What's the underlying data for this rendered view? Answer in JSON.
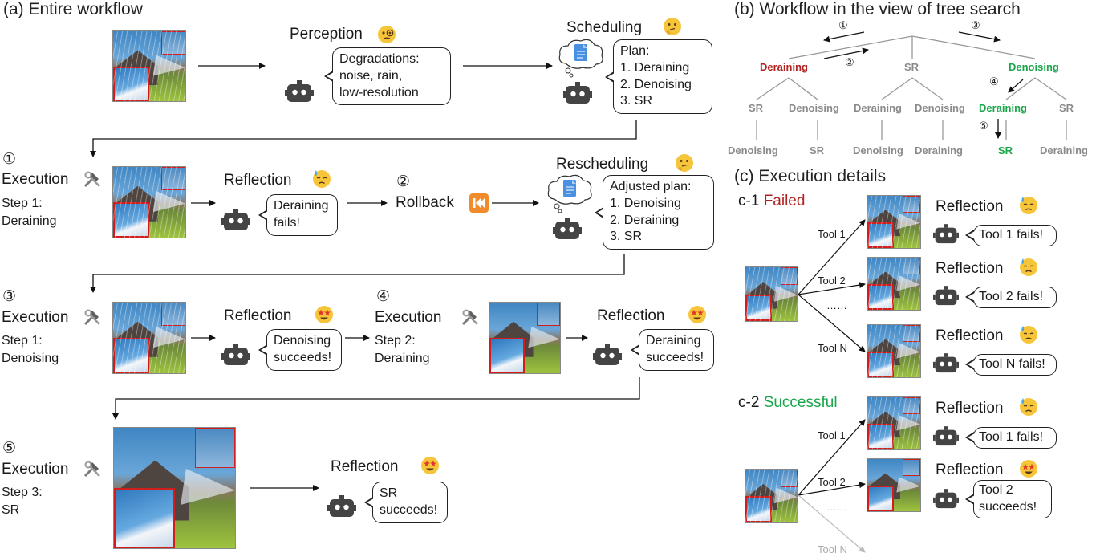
{
  "panel_a": {
    "title": "(a) Entire workflow",
    "perception": {
      "label": "Perception",
      "bubble": [
        "Degradations:",
        "noise, rain,",
        "low-resolution"
      ]
    },
    "scheduling": {
      "label": "Scheduling",
      "bubble": [
        "Plan:",
        "1. Deraining",
        "2. Denoising",
        "3. SR"
      ]
    },
    "step1": {
      "num": "①",
      "exec": "Execution",
      "step": "Step 1:",
      "task": "Deraining",
      "reflection": "Reflection",
      "bubble": [
        "Deraining",
        "fails!"
      ]
    },
    "rollback": {
      "num": "②",
      "label": "Rollback"
    },
    "rescheduling": {
      "label": "Rescheduling",
      "bubble": [
        "Adjusted plan:",
        "1. Denoising",
        "2. Deraining",
        "3. SR"
      ]
    },
    "step3": {
      "num": "③",
      "exec": "Execution",
      "step": "Step 1:",
      "task": "Denoising",
      "reflection": "Reflection",
      "bubble": [
        "Denoising",
        "succeeds!"
      ]
    },
    "step4": {
      "num": "④",
      "exec": "Execution",
      "step": "Step 2:",
      "task": "Deraining",
      "reflection": "Reflection",
      "bubble": [
        "Deraining",
        "succeeds!"
      ]
    },
    "step5": {
      "num": "⑤",
      "exec": "Execution",
      "step": "Step 3:",
      "task": "SR",
      "reflection": "Reflection",
      "bubble": [
        "SR",
        "succeeds!"
      ]
    }
  },
  "panel_b": {
    "title": "(b) Workflow in the view of tree search",
    "arrows": [
      "①",
      "②",
      "③",
      "④",
      "⑤"
    ],
    "level1": [
      "Deraining",
      "SR",
      "Denoising"
    ],
    "level2": [
      "SR",
      "Denoising",
      "Deraining",
      "Denoising",
      "Deraining",
      "SR"
    ],
    "level3": [
      "Denoising",
      "SR",
      "Denoising",
      "Deraining",
      "SR",
      "Deraining"
    ]
  },
  "panel_c": {
    "title": "(c) Execution details",
    "c1": {
      "prefix": "c-1",
      "status": "Failed",
      "tools": [
        "Tool 1",
        "Tool 2",
        "……",
        "Tool N"
      ],
      "reflection": "Reflection",
      "bubbles": [
        "Tool 1 fails!",
        "Tool 2 fails!",
        "Tool N fails!"
      ]
    },
    "c2": {
      "prefix": "c-2",
      "status": "Successful",
      "tools": [
        "Tool 1",
        "Tool 2",
        "……",
        "Tool N"
      ],
      "reflection": "Reflection",
      "bubbles": [
        [
          "Tool 1 fails!"
        ],
        [
          "Tool 2",
          "succeeds!"
        ]
      ]
    }
  },
  "colors": {
    "fail": "#b22222",
    "success": "#1aa64a",
    "tree_grey": "#8a8a8a",
    "highlight_box": "#d21d1d"
  }
}
